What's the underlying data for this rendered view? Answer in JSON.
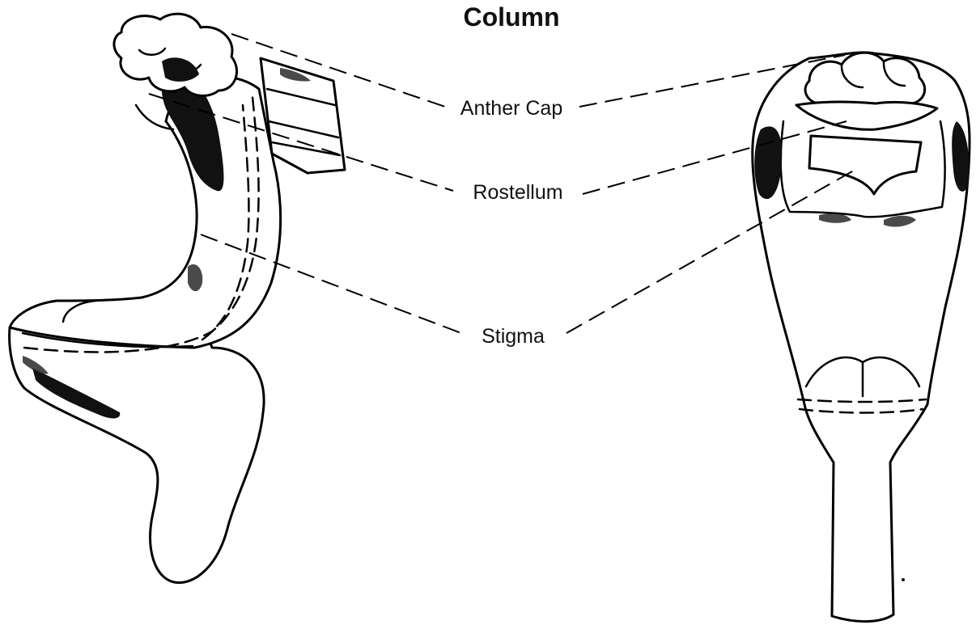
{
  "diagram": {
    "title": "Column",
    "labels": {
      "anther_cap": "Anther Cap",
      "rostellum": "Rostellum",
      "stigma": "Stigma"
    }
  },
  "colors": {
    "ink": "#000000",
    "paper": "#ffffff"
  }
}
